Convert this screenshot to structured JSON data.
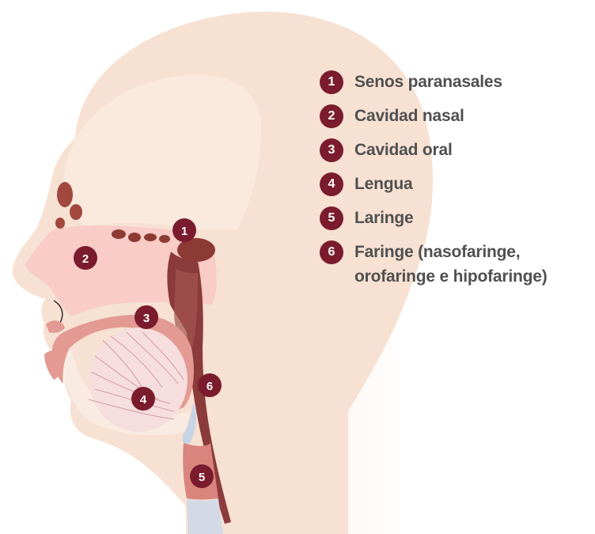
{
  "colors": {
    "badge": "#7b1b2e",
    "text": "#505050",
    "skin": "#f6e1d3",
    "nasal_cavity": "#f9cdc6",
    "oral_cavity": "#e39a93",
    "tongue": "#f7dede",
    "pharynx": "#8a3b3a",
    "larynx": "#d9857d",
    "trachea": "#d3dae6"
  },
  "markers": [
    {
      "number": "1"
    },
    {
      "number": "2"
    },
    {
      "number": "3"
    },
    {
      "number": "4"
    },
    {
      "number": "5"
    },
    {
      "number": "6"
    }
  ],
  "legend": [
    {
      "number": "1",
      "lines": [
        "Senos paranasales"
      ]
    },
    {
      "number": "2",
      "lines": [
        "Cavidad nasal"
      ]
    },
    {
      "number": "3",
      "lines": [
        "Cavidad oral"
      ]
    },
    {
      "number": "4",
      "lines": [
        "Lengua"
      ]
    },
    {
      "number": "5",
      "lines": [
        "Laringe"
      ]
    },
    {
      "number": "6",
      "lines": [
        "Faringe (nasofaringe,",
        "orofaringe e hipofaringe)"
      ]
    }
  ]
}
